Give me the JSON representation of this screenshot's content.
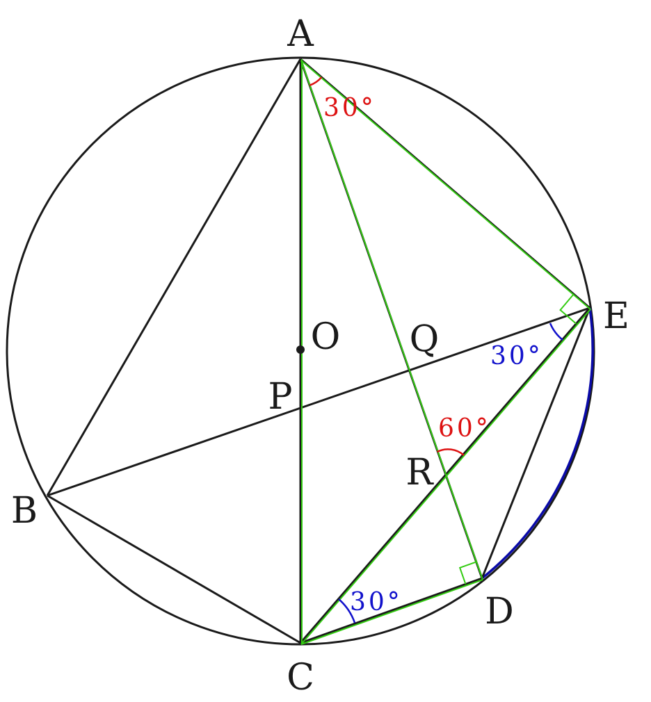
{
  "points": {
    "A": "A",
    "B": "B",
    "C": "C",
    "D": "D",
    "E": "E",
    "O": "O",
    "P": "P",
    "Q": "Q",
    "R": "R"
  },
  "angles": {
    "angle_DAE": "30°",
    "angle_BEC": "30°",
    "angle_ARE": "60°",
    "angle_ECD": "30°"
  },
  "colors": {
    "black": "#1a1a1a",
    "green": "#33cc11",
    "red": "#dd1111",
    "blue": "#1111cc",
    "arc_blue": "#0a0aa8"
  }
}
